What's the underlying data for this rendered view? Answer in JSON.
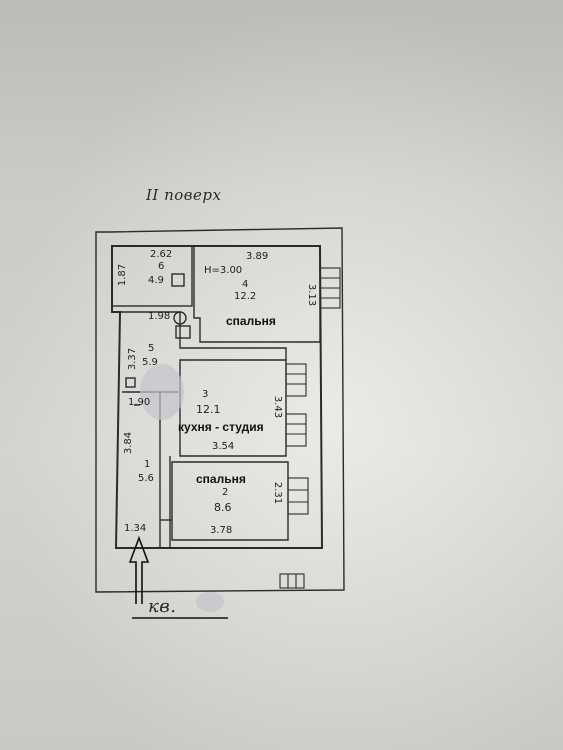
{
  "header": {
    "floor_label": "II поверх"
  },
  "entrance": {
    "label": "кв."
  },
  "rooms": [
    {
      "number": "6",
      "area": "4.9",
      "dims": [
        "2.62",
        "1.87"
      ]
    },
    {
      "number": "4",
      "area": "12.2",
      "name": "спальня",
      "height": "H=3.00",
      "dims": [
        "3.89",
        "3.13"
      ]
    },
    {
      "number": "5",
      "area": "5.9",
      "dims": [
        "3.37",
        "1.90"
      ]
    },
    {
      "number": "3",
      "area": "12.1",
      "name": "кухня - студия",
      "dims": [
        "3.54",
        "3.43"
      ]
    },
    {
      "number": "1",
      "area": "5.6",
      "dims": [
        "3.84",
        "1.34"
      ]
    },
    {
      "number": "2",
      "area": "8.6",
      "name": "спальня",
      "dims": [
        "3.78",
        "2.31"
      ]
    }
  ],
  "extra_dims": [
    "1.98"
  ]
}
